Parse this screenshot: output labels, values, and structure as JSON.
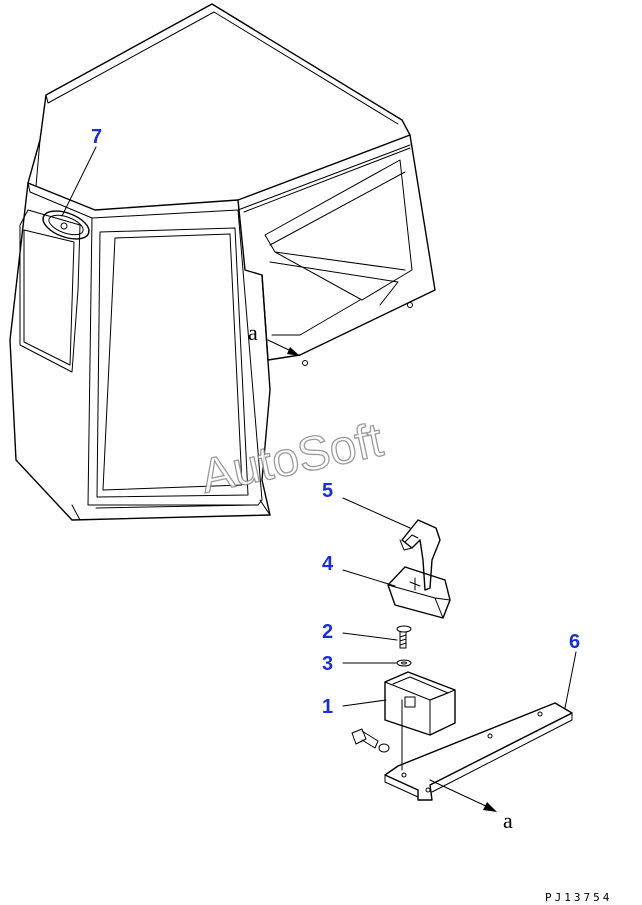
{
  "diagram": {
    "callouts": {
      "c1": "1",
      "c2": "2",
      "c3": "3",
      "c4": "4",
      "c5": "5",
      "c6": "6",
      "c7": "7"
    },
    "reference_letter_top": "a",
    "reference_letter_bottom": "a",
    "drawing_code": "PJ13754",
    "watermark": "AutoSoft",
    "callout_color": "#1a2fd0"
  }
}
